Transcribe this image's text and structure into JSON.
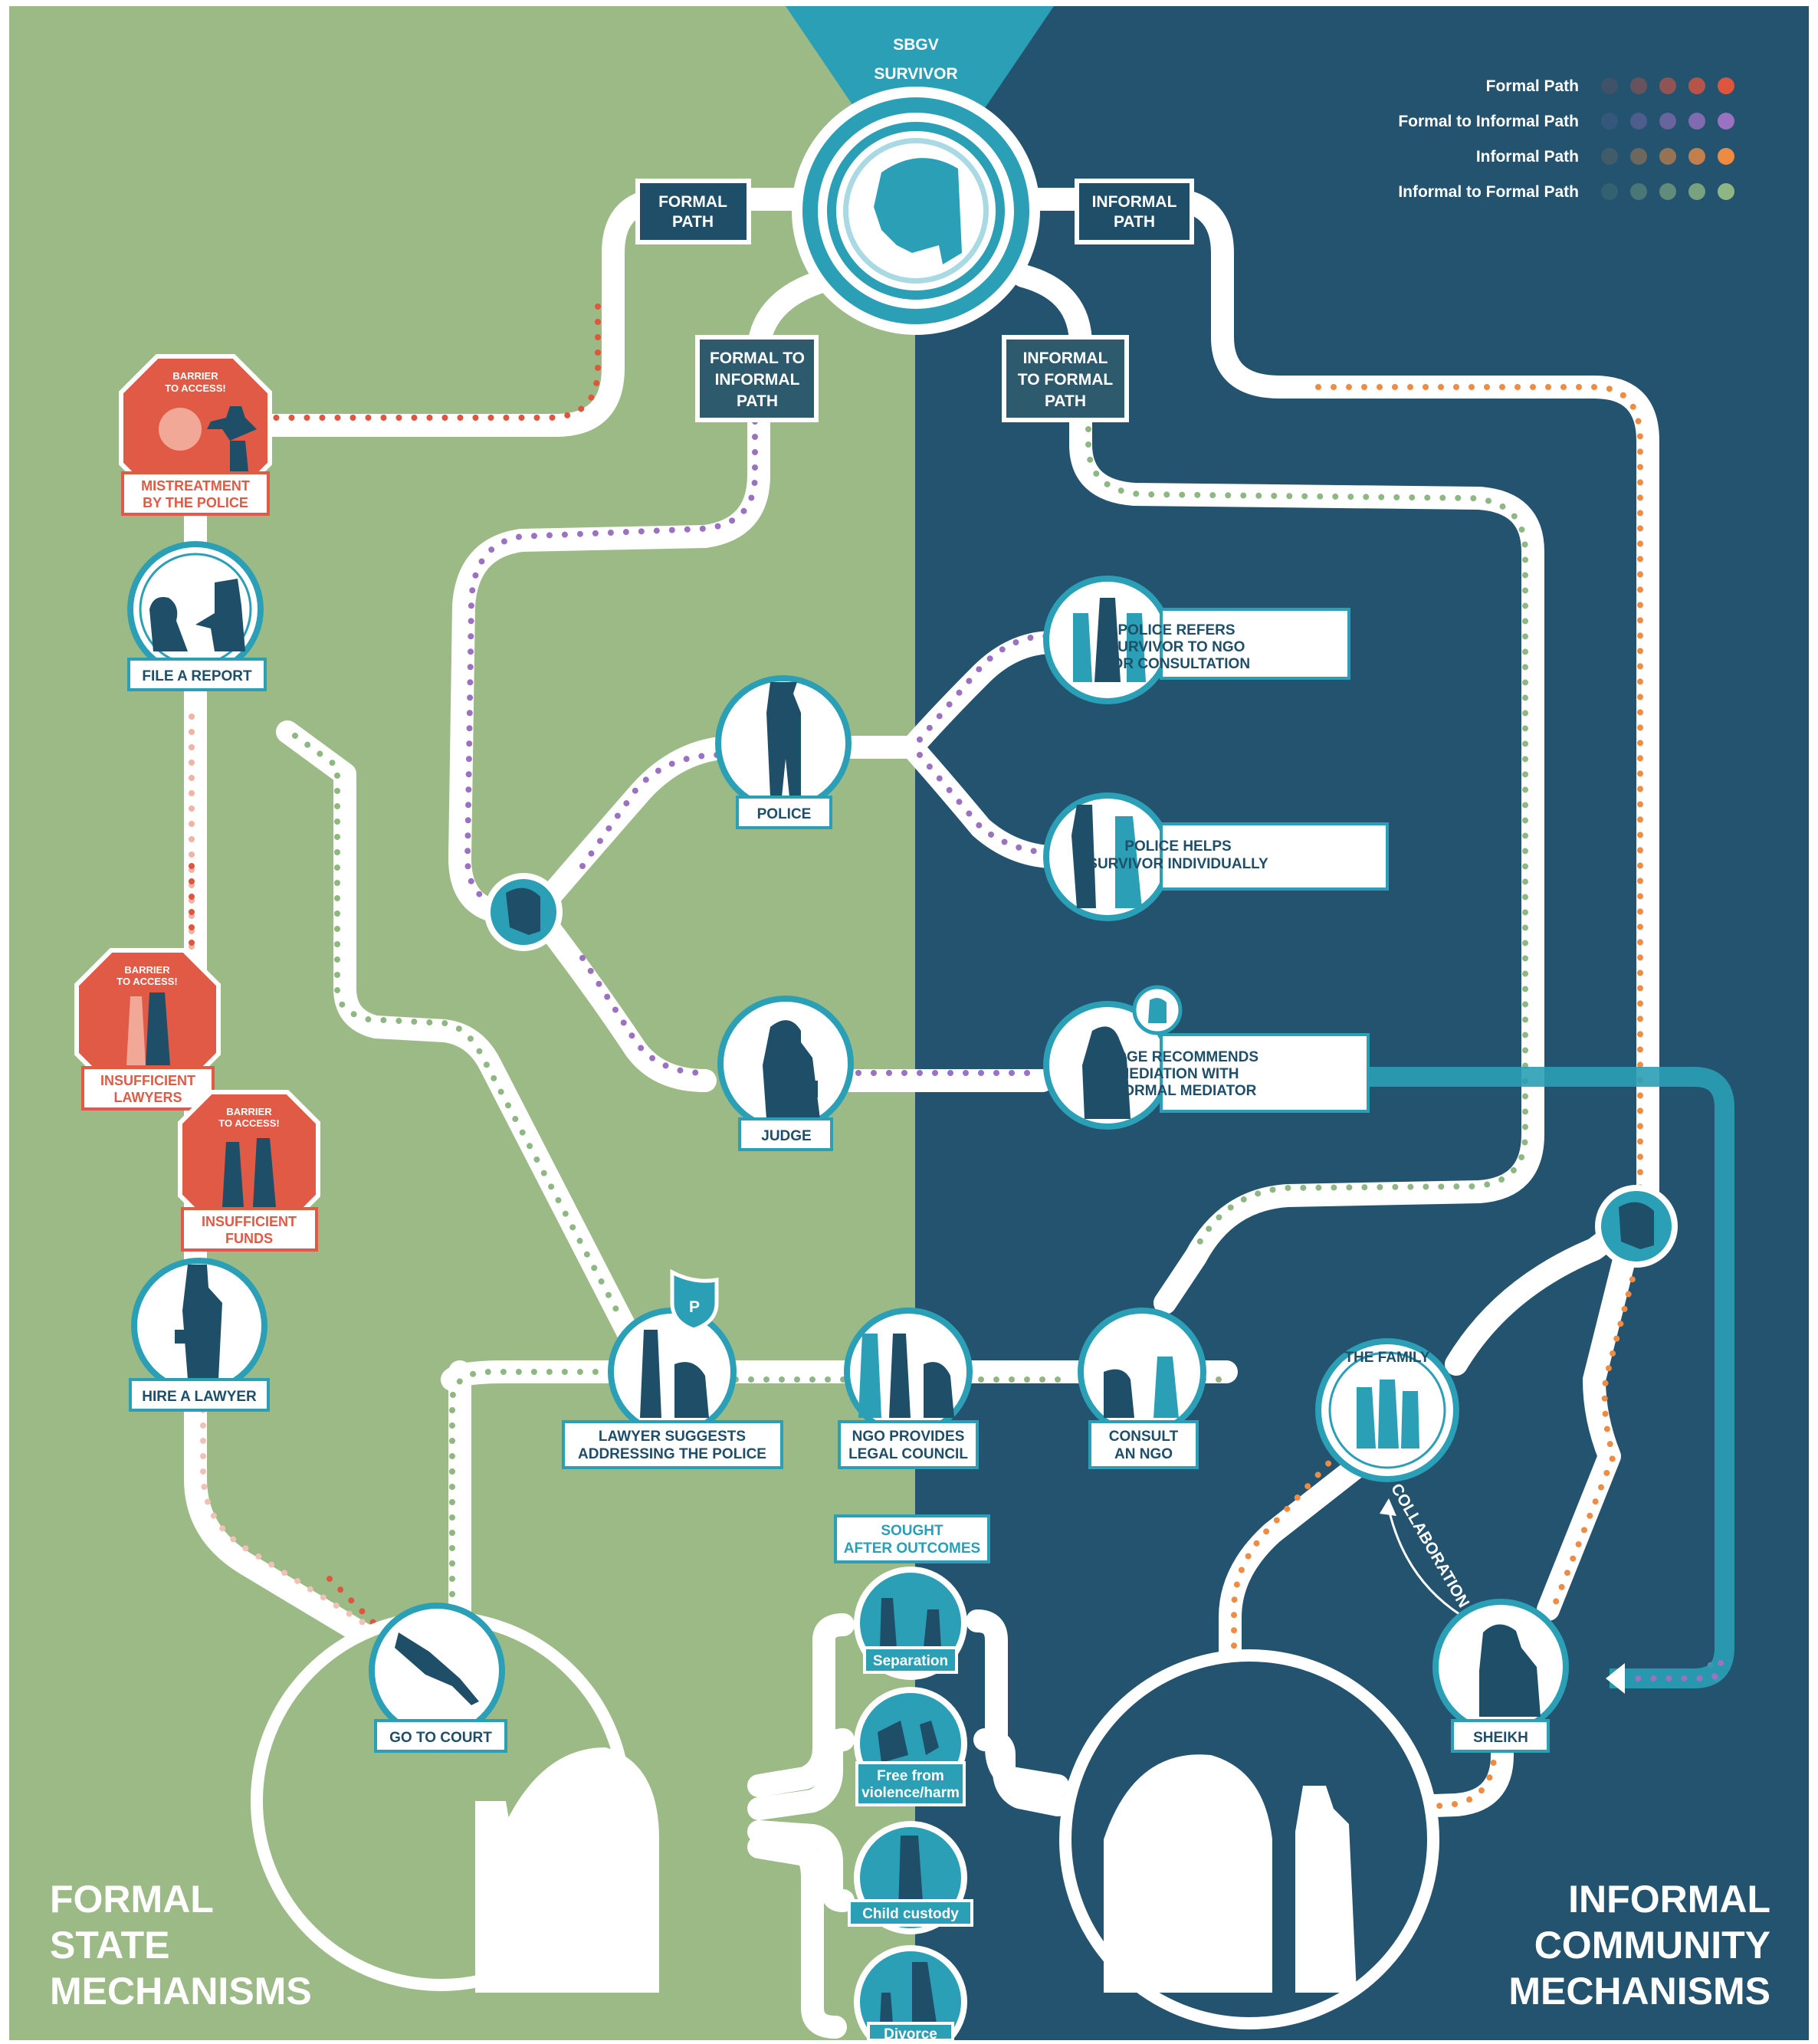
{
  "header": {
    "badge_line1": "SBGV",
    "badge_line2": "SURVIVOR"
  },
  "colors": {
    "formal_bg": "#9cba86",
    "informal_bg": "#23536e",
    "teal": "#2a9fb5",
    "navy": "#1f4f68",
    "barrier": "#e05a45",
    "path_formal": "#e0553e",
    "path_formal_to_informal": "#9b72c2",
    "path_informal": "#ef8c43",
    "path_informal_to_formal": "#8fb784"
  },
  "legend": [
    {
      "label": "Formal Path",
      "color": "#e0553e"
    },
    {
      "label": "Formal to Informal Path",
      "color": "#9b72c2"
    },
    {
      "label": "Informal Path",
      "color": "#ef8c43"
    },
    {
      "label": "Informal to Formal Path",
      "color": "#8fb784"
    }
  ],
  "path_boxes": {
    "formal_l1": "FORMAL",
    "formal_l2": "PATH",
    "informal_l1": "INFORMAL",
    "informal_l2": "PATH",
    "f2i_l1": "FORMAL TO",
    "f2i_l2": "INFORMAL",
    "f2i_l3": "PATH",
    "i2f_l1": "INFORMAL",
    "i2f_l2": "TO FORMAL",
    "i2f_l3": "PATH"
  },
  "barriers": {
    "heading_l1": "BARRIER",
    "heading_l2": "TO ACCESS!",
    "police_l1": "MISTREATMENT",
    "police_l2": "BY THE POLICE",
    "lawyers_l1": "INSUFFICIENT",
    "lawyers_l2": "LAWYERS",
    "funds_l1": "INSUFFICIENT",
    "funds_l2": "FUNDS"
  },
  "nodes": {
    "file_report": "FILE A REPORT",
    "hire_lawyer": "HIRE A LAWYER",
    "go_to_court": "GO TO COURT",
    "police": "POLICE",
    "judge": "JUDGE",
    "police_refers_l1": "POLICE REFERS",
    "police_refers_l2": "SURVIVOR TO NGO",
    "police_refers_l3": "FOR CONSULTATION",
    "police_helps_l1": "POLICE HELPS",
    "police_helps_l2": "SURVIVOR INDIVIDUALLY",
    "judge_rec_l1": "JUDGE RECOMMENDS",
    "judge_rec_l2": "MEDIATION WITH",
    "judge_rec_l3": "INFORMAL MEDIATOR",
    "lawyer_suggests_l1": "LAWYER SUGGESTS",
    "lawyer_suggests_l2": "ADDRESSING THE POLICE",
    "ngo_legal_l1": "NGO PROVIDES",
    "ngo_legal_l2": "LEGAL COUNCIL",
    "consult_ngo_l1": "CONSULT",
    "consult_ngo_l2": "AN NGO",
    "family": "THE FAMILY",
    "collaboration": "COLLABORATION",
    "sheikh": "SHEIKH",
    "parking_badge": "P"
  },
  "outcomes": {
    "title_l1": "SOUGHT",
    "title_l2": "AFTER OUTCOMES",
    "separation": "Separation",
    "free_l1": "Free from",
    "free_l2": "violence/harm",
    "custody": "Child custody",
    "divorce": "Divorce"
  },
  "sections": {
    "formal_l1": "FORMAL",
    "formal_l2": "STATE",
    "formal_l3": "MECHANISMS",
    "informal_l1": "INFORMAL",
    "informal_l2": "COMMUNITY",
    "informal_l3": "MECHANISMS"
  }
}
